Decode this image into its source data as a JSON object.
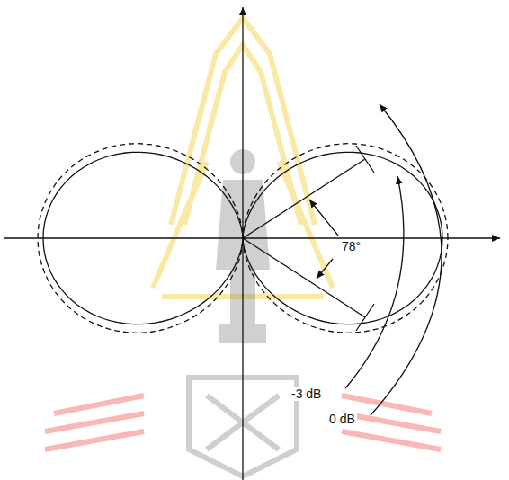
{
  "diagram": {
    "labels": [
      "78°",
      "-3 dB",
      "0 dB"
    ]
  }
}
